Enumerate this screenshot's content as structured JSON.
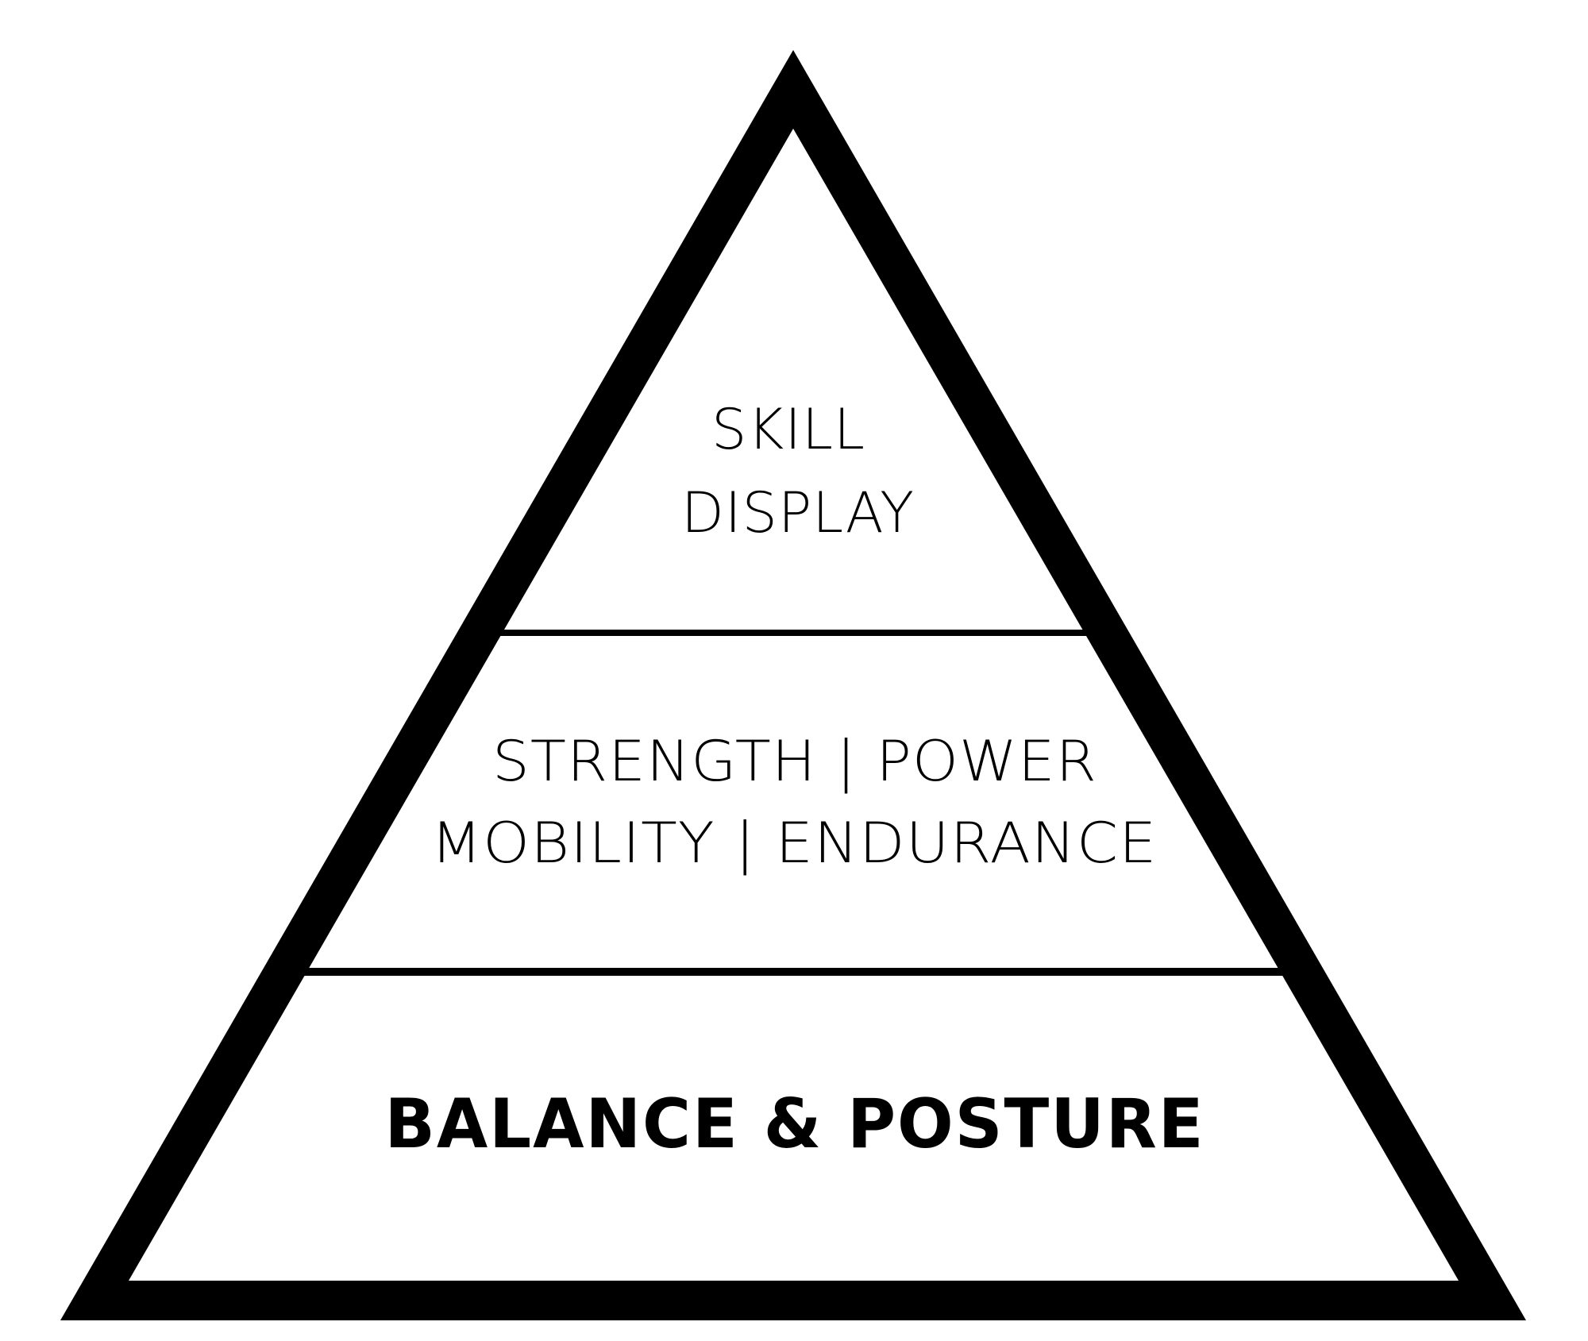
{
  "diagram": {
    "type": "pyramid",
    "colors": {
      "stroke": "#000000",
      "fill": "#ffffff",
      "text": "#000000"
    },
    "tiers": [
      {
        "level": "top",
        "lines": [
          "SKILL",
          "DISPLAY"
        ],
        "weight": "light"
      },
      {
        "level": "middle",
        "lines": [
          "STRENGTH | POWER",
          "MOBILITY | ENDURANCE"
        ],
        "weight": "light"
      },
      {
        "level": "bottom",
        "lines": [
          "BALANCE & POSTURE"
        ],
        "weight": "bold"
      }
    ]
  }
}
